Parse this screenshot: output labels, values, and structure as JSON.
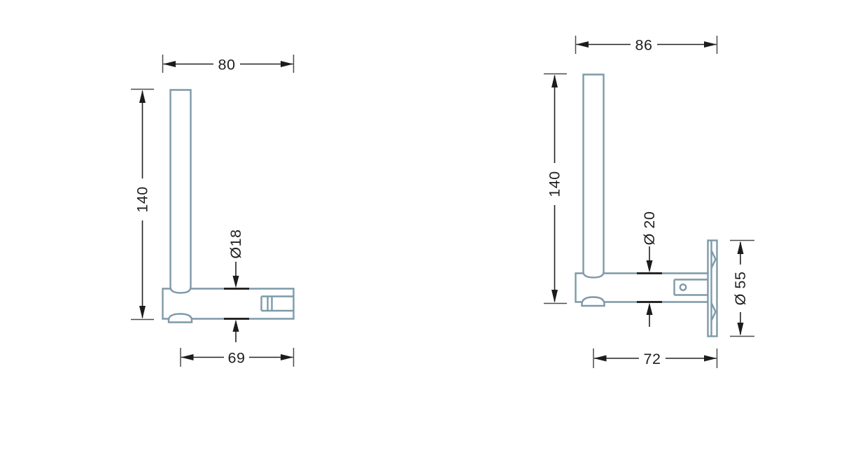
{
  "drawing": {
    "type": "technical-dimension-drawing",
    "background_color": "#ffffff",
    "outline_color": "#7e99a8",
    "dimension_color": "#1c1c1c",
    "views": {
      "front": {
        "top_width_label": "80",
        "height_label": "140",
        "bar_diameter_label": "Ø18",
        "bottom_width_label": "69"
      },
      "side": {
        "top_width_label": "86",
        "height_label": "140",
        "bar_diameter_label": "Ø 20",
        "flange_diameter_label": "Ø 55",
        "bottom_width_label": "72"
      }
    }
  }
}
